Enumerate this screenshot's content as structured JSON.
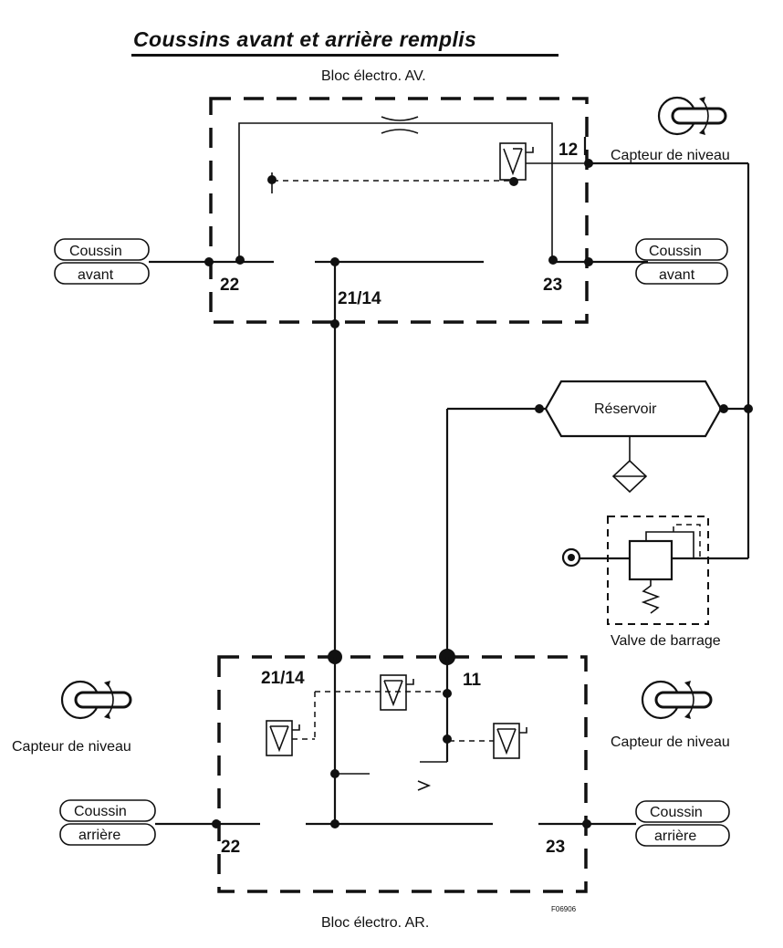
{
  "title": "Coussins avant et arrière remplis",
  "front_block": {
    "label": "Bloc électro. AV.",
    "port_12": "12",
    "port_22": "22",
    "port_21_14": "21/14",
    "port_23": "23"
  },
  "rear_block": {
    "label": "Bloc électro. AR.",
    "port_21_14": "21/14",
    "port_11": "11",
    "port_22": "22",
    "port_23": "23"
  },
  "front_left_cushion": {
    "line1": "Coussin",
    "line2": "avant"
  },
  "front_right_cushion": {
    "line1": "Coussin",
    "line2": "avant"
  },
  "rear_left_cushion": {
    "line1": "Coussin",
    "line2": "arrière"
  },
  "rear_right_cushion": {
    "line1": "Coussin",
    "line2": "arrière"
  },
  "sensor_front": {
    "label": "Capteur de niveau",
    "icon": "level-sensor-icon"
  },
  "sensor_rear_left": {
    "label": "Capteur de niveau",
    "icon": "level-sensor-icon"
  },
  "sensor_rear_right": {
    "label": "Capteur de niveau",
    "icon": "level-sensor-icon"
  },
  "reservoir": {
    "label": "Réservoir"
  },
  "shutoff_valve": {
    "label": "Valve de barrage"
  },
  "figure_ref": "F06906"
}
